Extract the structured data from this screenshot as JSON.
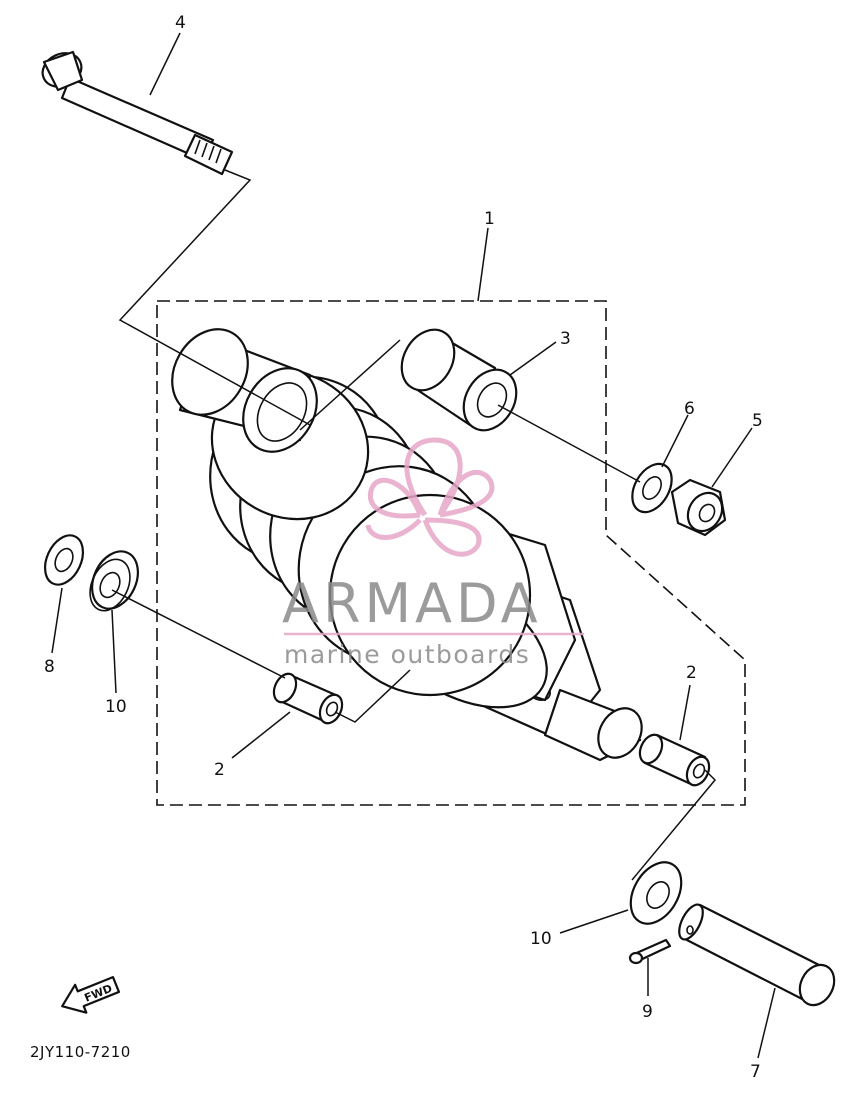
{
  "callouts": {
    "c4": "4",
    "c1": "1",
    "c3": "3",
    "c6": "6",
    "c5": "5",
    "c8": "8",
    "c10_left": "10",
    "c2_left": "2",
    "c2_right": "2",
    "c10_right": "10",
    "c9": "9",
    "c7": "7"
  },
  "fwd_label": "FWD",
  "diagram_code": "2JY110-7210",
  "watermark": {
    "title": "ARMADA",
    "subtitle": "marine outboards",
    "color": "#e7a6c8"
  }
}
